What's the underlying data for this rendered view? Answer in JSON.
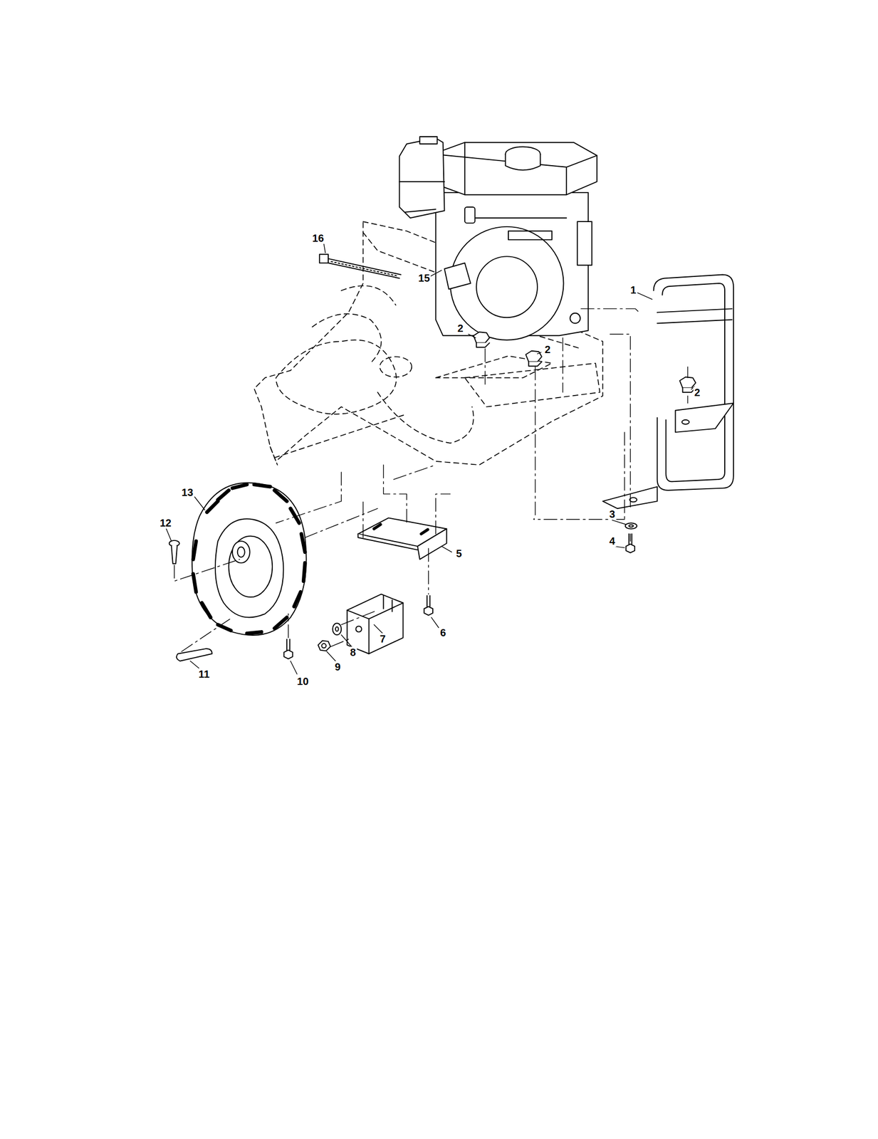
{
  "diagram": {
    "labels": [
      "16",
      "15",
      "2",
      "2",
      "1",
      "2",
      "13",
      "12",
      "3",
      "4",
      "5",
      "6",
      "7",
      "8",
      "9",
      "10",
      "11"
    ]
  }
}
